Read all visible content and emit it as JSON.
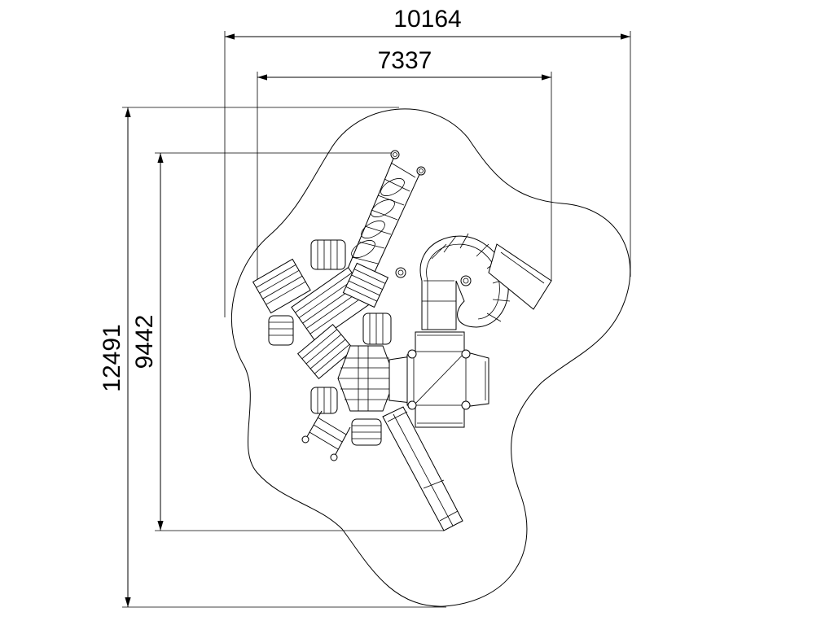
{
  "dimensions": {
    "overall_width": "10164",
    "structure_width": "7337",
    "overall_length": "12491",
    "structure_length": "9442"
  }
}
